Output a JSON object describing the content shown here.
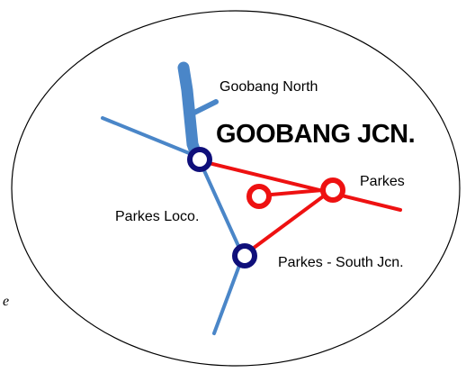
{
  "colors": {
    "blue_line": "#4a86c8",
    "red_line": "#ee1111",
    "station_ring_blue": "#0f0f7a",
    "station_ring_red": "#ee1111",
    "outline": "#000000"
  },
  "labels": {
    "goobang_north": "Goobang North",
    "goobang_jcn": "GOOBANG JCN.",
    "parkes": "Parkes",
    "parkes_loco": "Parkes Loco.",
    "parkes_south_jcn": "Parkes - South Jcn.",
    "edge_fragment": "e"
  }
}
